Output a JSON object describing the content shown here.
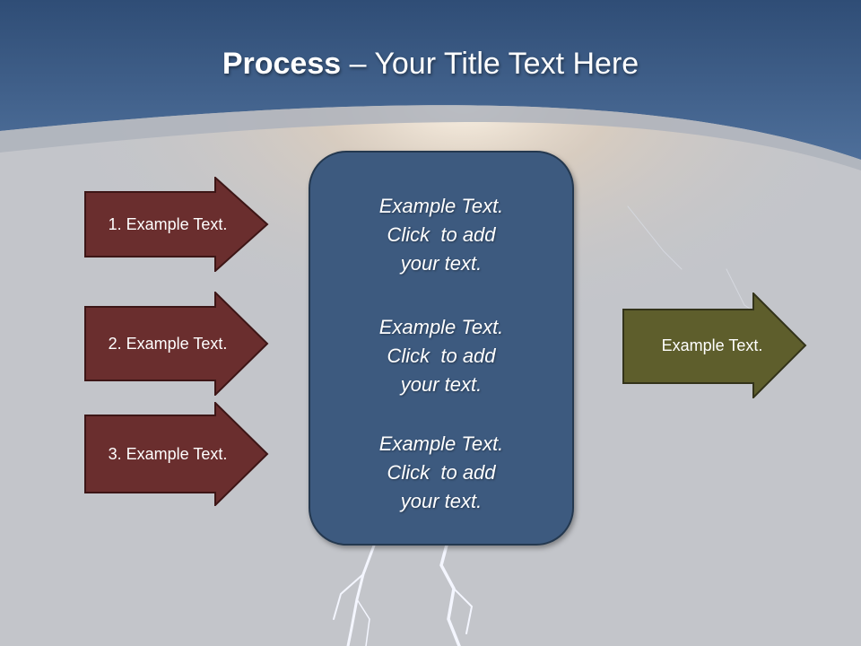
{
  "slide": {
    "title_bold": "Process",
    "title_rest": " – Your Title Text Here",
    "input_arrows": [
      {
        "label": "1. Example Text."
      },
      {
        "label": "2. Example Text."
      },
      {
        "label": "3. Example Text."
      }
    ],
    "center_box": {
      "blocks": [
        {
          "line1": "Example Text.",
          "line2": "Click  to add",
          "line3": "your text."
        },
        {
          "line1": "Example Text.",
          "line2": "Click  to add",
          "line3": "your text."
        },
        {
          "line1": "Example Text.",
          "line2": "Click  to add",
          "line3": "your text."
        }
      ]
    },
    "output_arrow": {
      "label": "Example Text."
    }
  },
  "colors": {
    "header": "#44648f",
    "input_arrow": "#6a2e2e",
    "center_box": "#3d5a7f",
    "output_arrow": "#5e5e2c",
    "background": "#c3c5ca"
  }
}
